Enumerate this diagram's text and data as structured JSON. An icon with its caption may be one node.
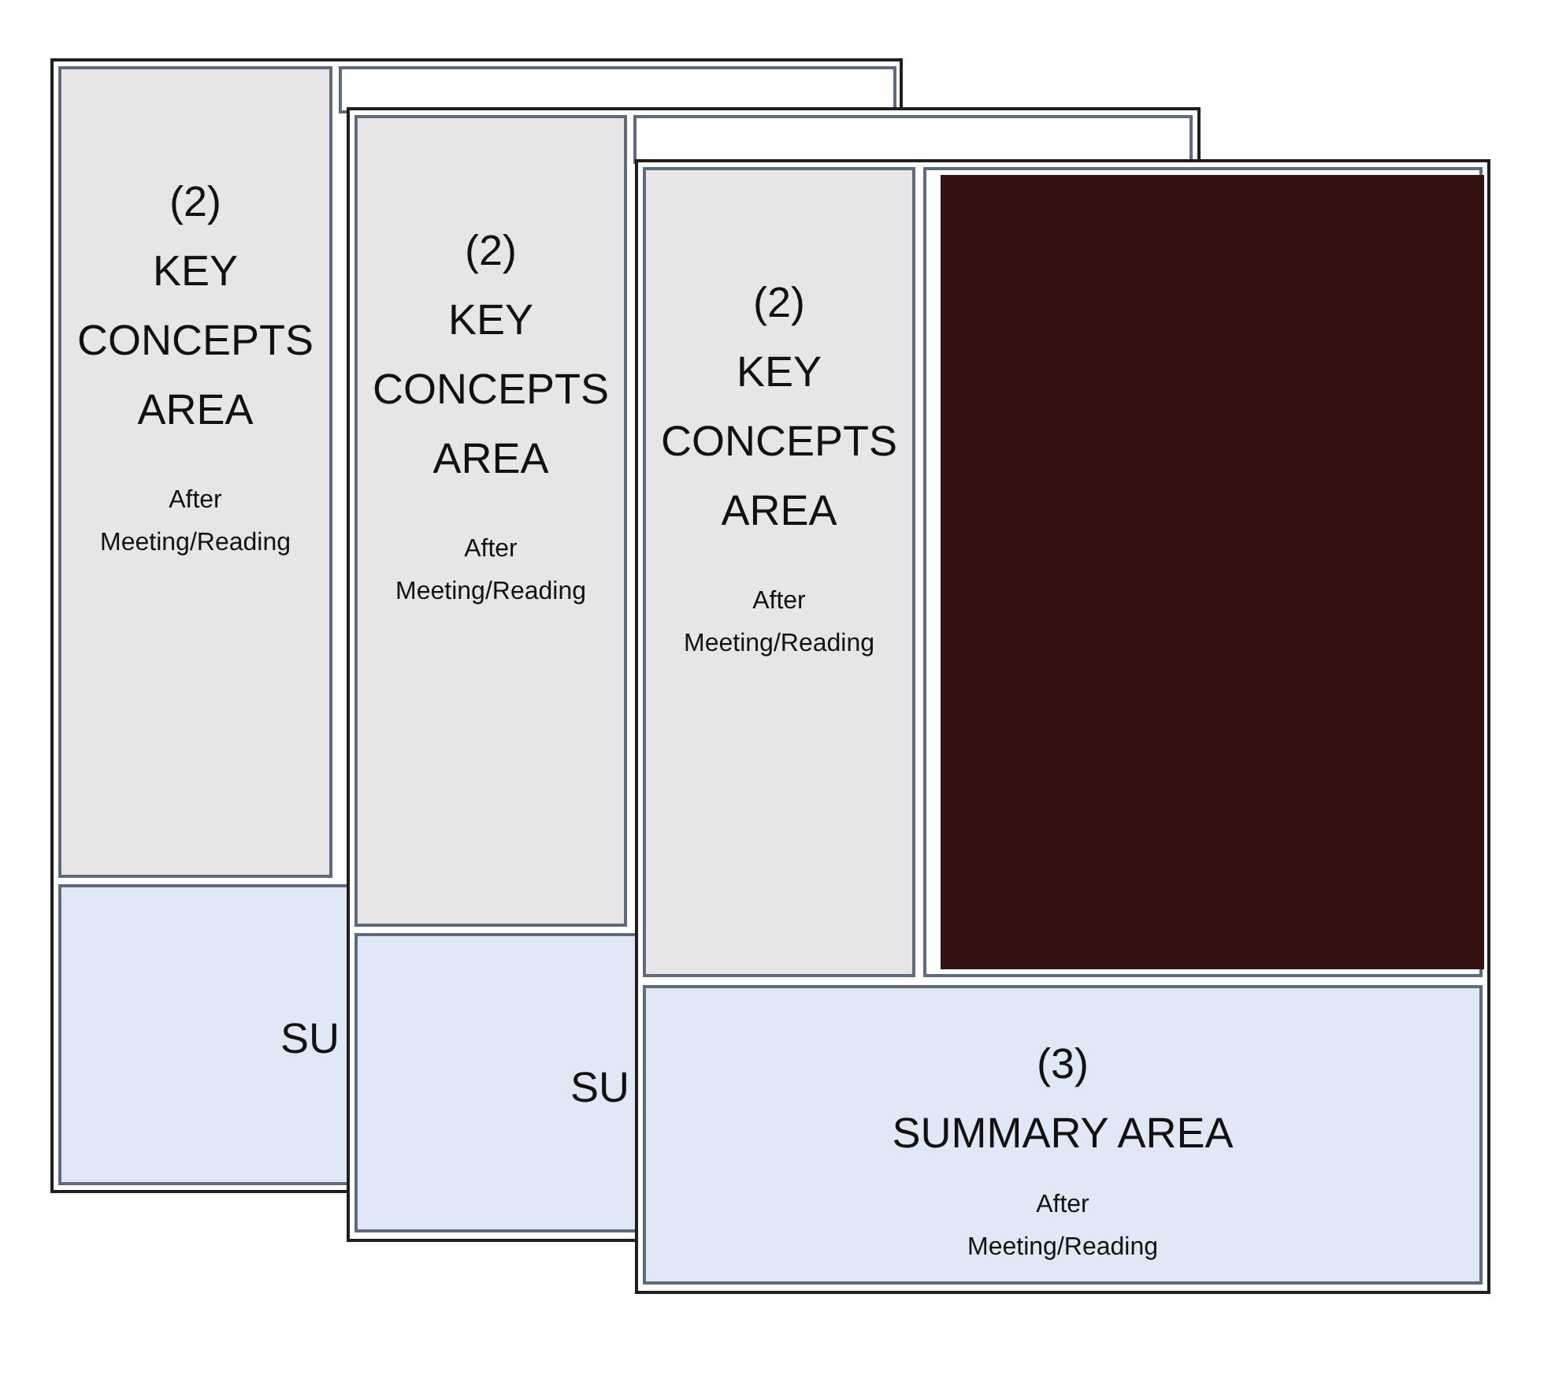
{
  "diagram": {
    "nodes": [
      {
        "text": [],
        "shape": "box"
      },
      {
        "text": [
          "(2)",
          "KEY CONCEPTS AREA",
          "After Meeting/Reading"
        ],
        "in": 0
      },
      {
        "text": [],
        "shape": "box",
        "in": 0
      },
      {
        "text": [
          "SU"
        ],
        "in": 0
      },
      {
        "text": [],
        "shape": "box"
      },
      {
        "text": [
          "(2)",
          "KEY CONCEPTS AREA",
          "After Meeting/Reading"
        ]
      },
      {
        "text": [],
        "shape": "box",
        "in": 4
      },
      {
        "text": [
          "SU"
        ],
        "in": 4
      },
      {
        "text": [],
        "shape": "box"
      },
      {
        "text": [
          "(2)",
          "KEY CONCEPTS AREA",
          "After Meeting/Reading"
        ]
      },
      {
        "text": [],
        "shape": "box",
        "in": 8
      },
      {
        "text": [],
        "shape": "box",
        "in": 10
      },
      {
        "text": [
          "(3)",
          "SUMMARY AREA",
          "After Meeting/Reading"
        ],
        "in": 8
      }
    ]
  }
}
